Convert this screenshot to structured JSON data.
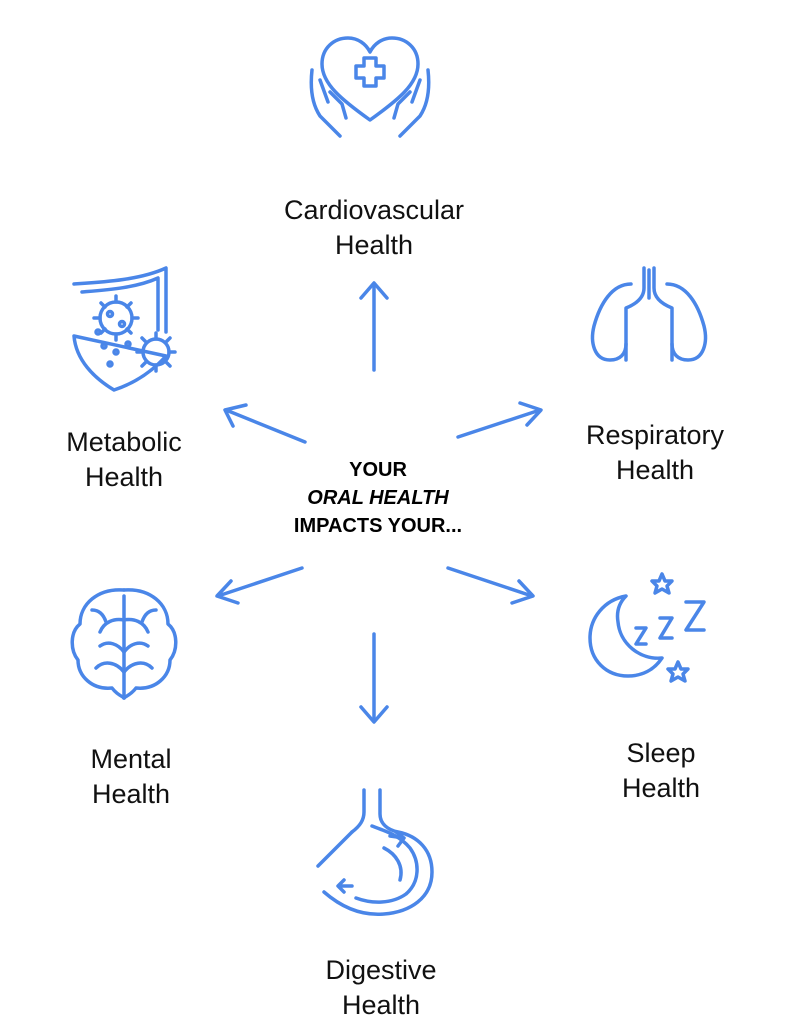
{
  "center": {
    "line1": "YOUR",
    "line2": "ORAL HEALTH",
    "line3": "IMPACTS YOUR..."
  },
  "nodes": [
    {
      "id": "cardiovascular",
      "line1": "Cardiovascular",
      "line2": "Health",
      "icon": "heart-hands-icon"
    },
    {
      "id": "respiratory",
      "line1": "Respiratory",
      "line2": "Health",
      "icon": "lungs-icon"
    },
    {
      "id": "sleep",
      "line1": "Sleep",
      "line2": "Health",
      "icon": "moon-zzz-icon"
    },
    {
      "id": "digestive",
      "line1": "Digestive",
      "line2": "Health",
      "icon": "stomach-icon"
    },
    {
      "id": "mental",
      "line1": "Mental",
      "line2": "Health",
      "icon": "brain-icon"
    },
    {
      "id": "metabolic",
      "line1": "Metabolic",
      "line2": "Health",
      "icon": "virus-shield-icon"
    }
  ],
  "colors": {
    "accent": "#4a86e8",
    "text": "#111111",
    "background": "#ffffff"
  }
}
